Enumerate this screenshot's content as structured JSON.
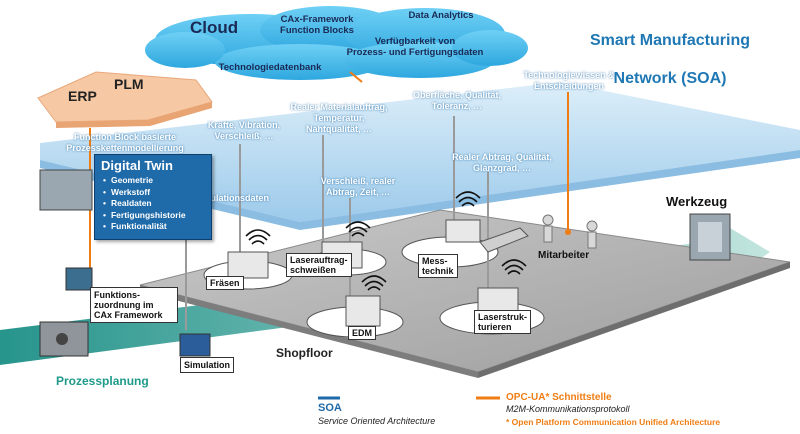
{
  "title": {
    "line1": "Smart Manufacturing",
    "line2": "Network (SOA)"
  },
  "cloud": {
    "title": "Cloud",
    "cax": "CAx-Framework\nFunction Blocks",
    "analytics": "Data Analytics",
    "availability": "Verfügbarkeit von\nProzess- und Fertigungsdaten",
    "techdb": "Technologiedatenbank"
  },
  "enterprise": {
    "erp": "ERP",
    "plm": "PLM"
  },
  "band_labels": {
    "function_block": "Function Block basierte\nProzesskettenmodellierung",
    "forces": "Kräfte, Vibration,\nVerschleiß, …",
    "material": "Realer Materialauftrag,\nTemperatur,\nNahtqualität, …",
    "surface": "Oberfläche, Qualität,\nToleranz, …",
    "knowledge": "Technologiewissen &\nEntscheidungen",
    "wear": "Verschleiß, realer\nAbtrag, Zeit, …",
    "removal": "Realer Abtrag, Qualität,\nGlanzgrad, …",
    "simdata": "Simulationsdaten"
  },
  "digital_twin": {
    "title": "Digital Twin",
    "items": [
      "Geometrie",
      "Werkstoff",
      "Realdaten",
      "Fertigungshistorie",
      "Funktionalität"
    ]
  },
  "machines": {
    "fraesen": "Fräsen",
    "laser_weld": "Laserauftrag-\nschweißen",
    "mess": "Mess-\ntechnik",
    "edm": "EDM",
    "laser_struct": "Laserstruk-\nturieren",
    "worker": "Mitarbeiter"
  },
  "side": {
    "funktions": "Funktions-\nzuordnung im\nCAx Framework",
    "simulation": "Simulation",
    "werkzeug": "Werkzeug",
    "shopfloor": "Shopfloor",
    "prozessplanung": "Prozessplanung"
  },
  "legend": {
    "soa_title": "SOA",
    "soa_desc": "Service Oriented Architecture",
    "opc_title": "OPC-UA* Schnittstelle",
    "opc_desc": "M2M-Kommunikationsprotokoll",
    "opc_note": "* Open Platform Communication Unified Architecture"
  },
  "colors": {
    "soa": "#1f6aa8",
    "opc": "#f07d14",
    "cloud": "#3fb0e6",
    "enterprise": "#f6c9a4",
    "process": "#1e9a8a"
  }
}
